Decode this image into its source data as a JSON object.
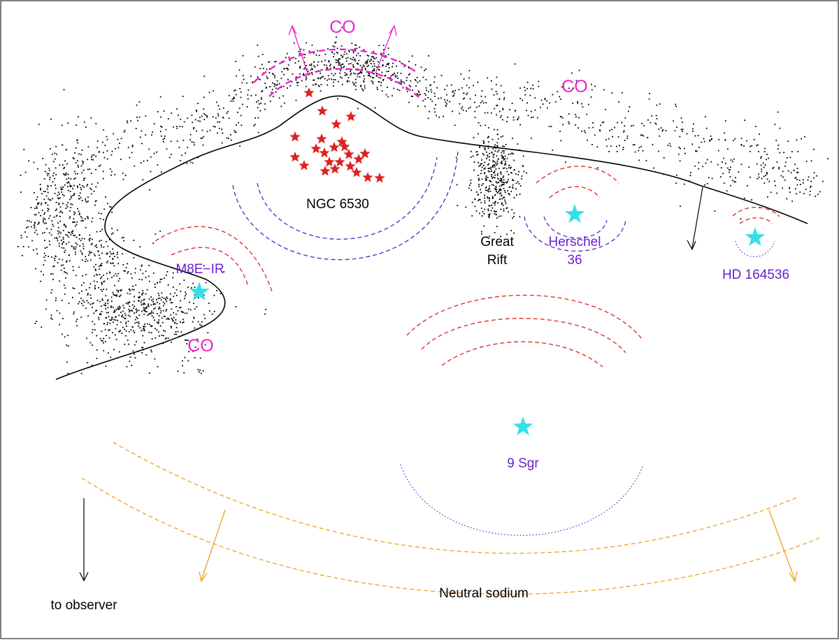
{
  "colors": {
    "co": "#ee22cc",
    "star_label": "#6a1fd0",
    "text": "#000000",
    "red": "#dd2222",
    "blue": "#5522cc",
    "cyan": "#33e0e6",
    "orange": "#eea11c",
    "ink": "#000000"
  },
  "labels": {
    "co_top": "CO",
    "co_right": "CO",
    "co_left": "CO",
    "ngc": "NGC 6530",
    "great": "Great",
    "rift": "Rift",
    "herschel": "Herschel",
    "herschel_num": "36",
    "m8e": "M8E−IR",
    "hd": "HD 164536",
    "sgr": "9 Sgr",
    "sodium": "Neutral sodium",
    "observer": "to observer"
  },
  "icons": [
    "star-icon",
    "arrow-icon"
  ]
}
